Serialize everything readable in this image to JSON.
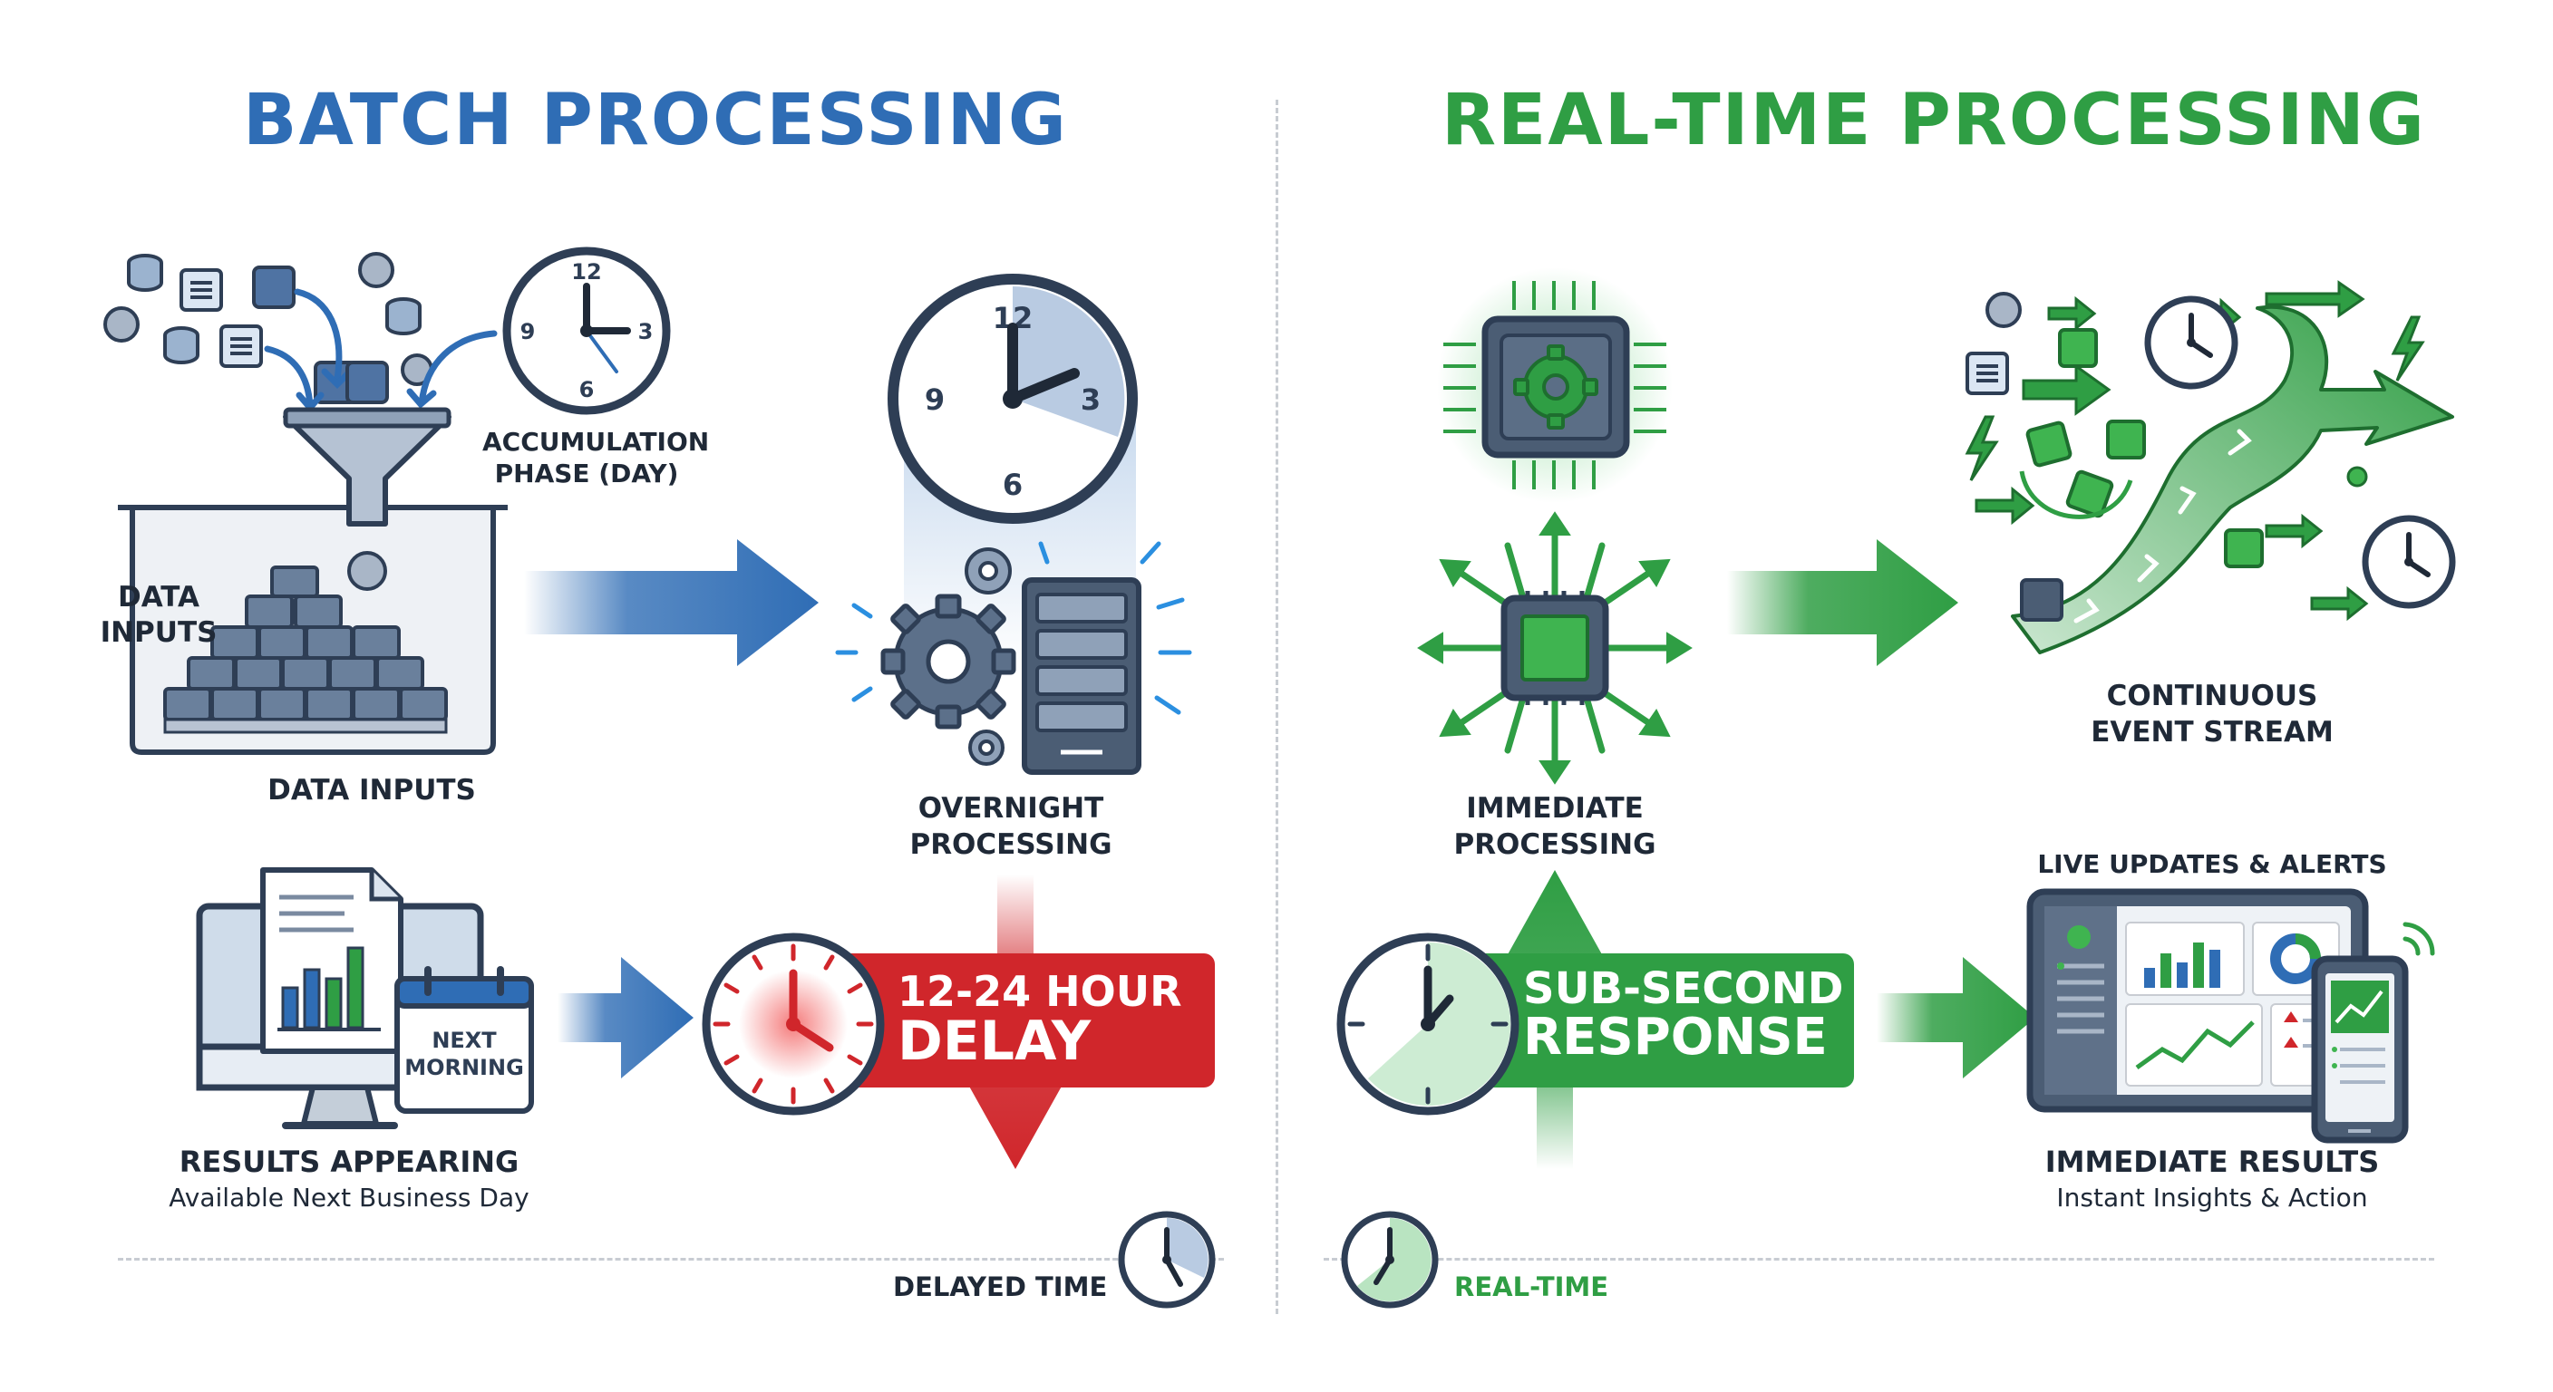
{
  "colors": {
    "batch": "#2f6db5",
    "realtime": "#2f9e44",
    "delay": "#d0262b",
    "dark": "#1f2937",
    "slate": "#4b5d74"
  },
  "batch": {
    "title": "BATCH PROCESSING",
    "data_inputs_side_line1": "DATA",
    "data_inputs_side_line2": "INPUTS",
    "accumulation_line1": "ACCUMULATION",
    "accumulation_line2": "PHASE (DAY)",
    "data_inputs_bottom": "DATA INPUTS",
    "overnight_line1": "OVERNIGHT",
    "overnight_line2": "PROCESSING",
    "calendar_line1": "NEXT",
    "calendar_line2": "MORNING",
    "delay_line1": "12-24 HOUR",
    "delay_line2": "DELAY",
    "results_title": "RESULTS APPEARING",
    "results_sub": "Available Next Business Day",
    "footer": "DELAYED TIME"
  },
  "realtime": {
    "title": "REAL-TIME PROCESSING",
    "immediate_line1": "IMMEDIATE",
    "immediate_line2": "PROCESSING",
    "stream_line1": "CONTINUOUS",
    "stream_line2": "EVENT STREAM",
    "live_updates": "LIVE UPDATES & ALERTS",
    "response_line1": "SUB-SECOND",
    "response_line2": "RESPONSE",
    "results_title": "IMMEDIATE RESULTS",
    "results_sub": "Instant Insights & Action",
    "footer": "REAL-TIME"
  },
  "clock_numerals": {
    "n12": "12",
    "n3": "3",
    "n6": "6",
    "n9": "9"
  }
}
